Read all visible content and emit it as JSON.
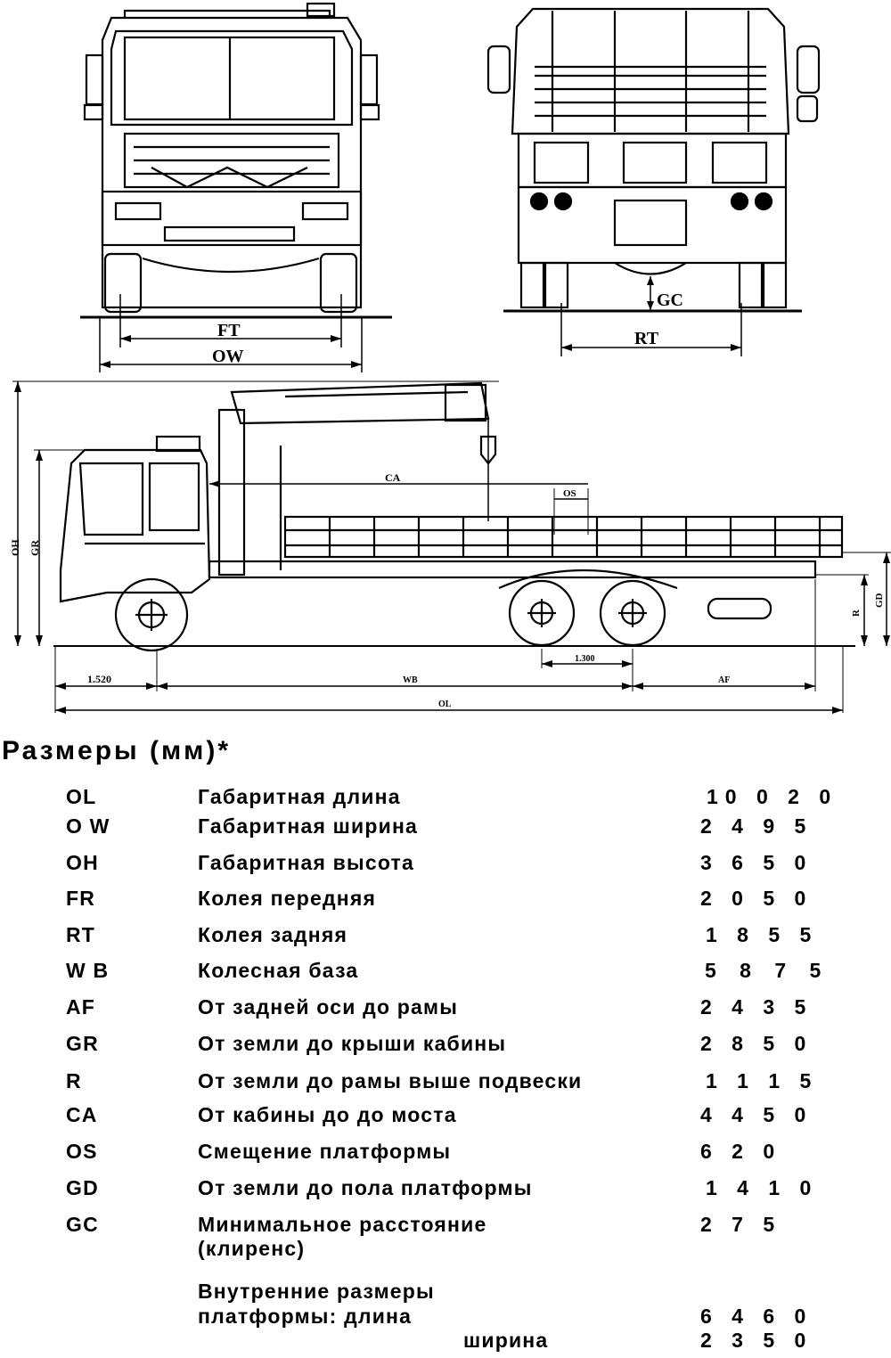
{
  "drawing": {
    "front_labels": {
      "ft": "FT",
      "ow": "OW"
    },
    "rear_labels": {
      "gc": "GC",
      "rt": "RT"
    },
    "side_labels": {
      "oh": "OH",
      "gr": "GR",
      "ca": "CA",
      "os": "OS",
      "r": "R",
      "gd": "GD",
      "front_overhang": "1.520",
      "wb": "WB",
      "tandem": "1.300",
      "af": "AF",
      "ol": "OL"
    }
  },
  "title": "Размеры (мм)*",
  "specs": [
    {
      "code": "OL",
      "label": "Габаритная длина",
      "value": "10 0 2 0"
    },
    {
      "code": "O W",
      "label": "Габаритная ширина",
      "value": "2 4 9 5"
    },
    {
      "code": "OH",
      "label": "Габаритная высота",
      "value": "3 6 5 0"
    },
    {
      "code": "FR",
      "label": "Колея передняя",
      "value": "2 0 5 0"
    },
    {
      "code": "RT",
      "label": "Колея задняя",
      "value": "1 8 5 5"
    },
    {
      "code": "W B",
      "label": "Колесная база",
      "value": "5 8 7 5"
    },
    {
      "code": "AF",
      "label": "От задней оси до рамы",
      "value": "2 4 3 5"
    },
    {
      "code": "GR",
      "label": "От земли до крыши кабины",
      "value": "2 8 5 0"
    },
    {
      "code": "R",
      "label": "От земли до рамы выше подвески",
      "value": "1 1 1 5"
    },
    {
      "code": "CA",
      "label": "От кабины до до моста",
      "value": "4 4 5 0"
    },
    {
      "code": "OS",
      "label": "Смещение платформы",
      "value": "6 2 0"
    },
    {
      "code": "GD",
      "label": "От земли до пола платформы",
      "value": "1 4 1 0"
    },
    {
      "code": "GC",
      "label": "Минимальное расстояние",
      "label2": "(клиренс)",
      "value": "2 7 5"
    }
  ],
  "inner": {
    "label1": "Внутренние размеры",
    "label2": "платформы: длина",
    "length": "6 4 6 0",
    "width_label": "ширина",
    "width": "2 3 5 0"
  }
}
